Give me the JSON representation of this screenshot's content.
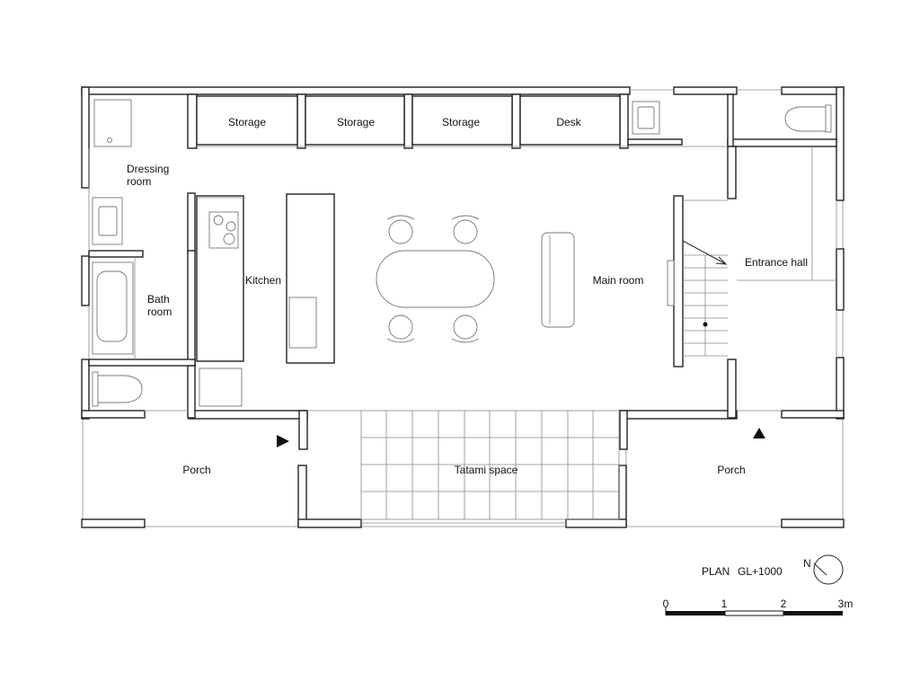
{
  "rooms": {
    "storage_1": "Storage",
    "storage_2": "Storage",
    "storage_3": "Storage",
    "desk": "Desk",
    "dressing_room_line1": "Dressing",
    "dressing_room_line2": "room",
    "bath_room_line1": "Bath",
    "bath_room_line2": "room",
    "kitchen": "Kitchen",
    "main_room": "Main room",
    "entrance_hall": "Entrance hall",
    "porch_left": "Porch",
    "tatami_space": "Tatami space",
    "porch_right": "Porch"
  },
  "legend": {
    "plan_title": "PLAN",
    "level": "GL+1000",
    "north_label": "N"
  },
  "scale_bar": {
    "tick_0": "0",
    "tick_1": "1",
    "tick_2": "2",
    "tick_3": "3m"
  }
}
